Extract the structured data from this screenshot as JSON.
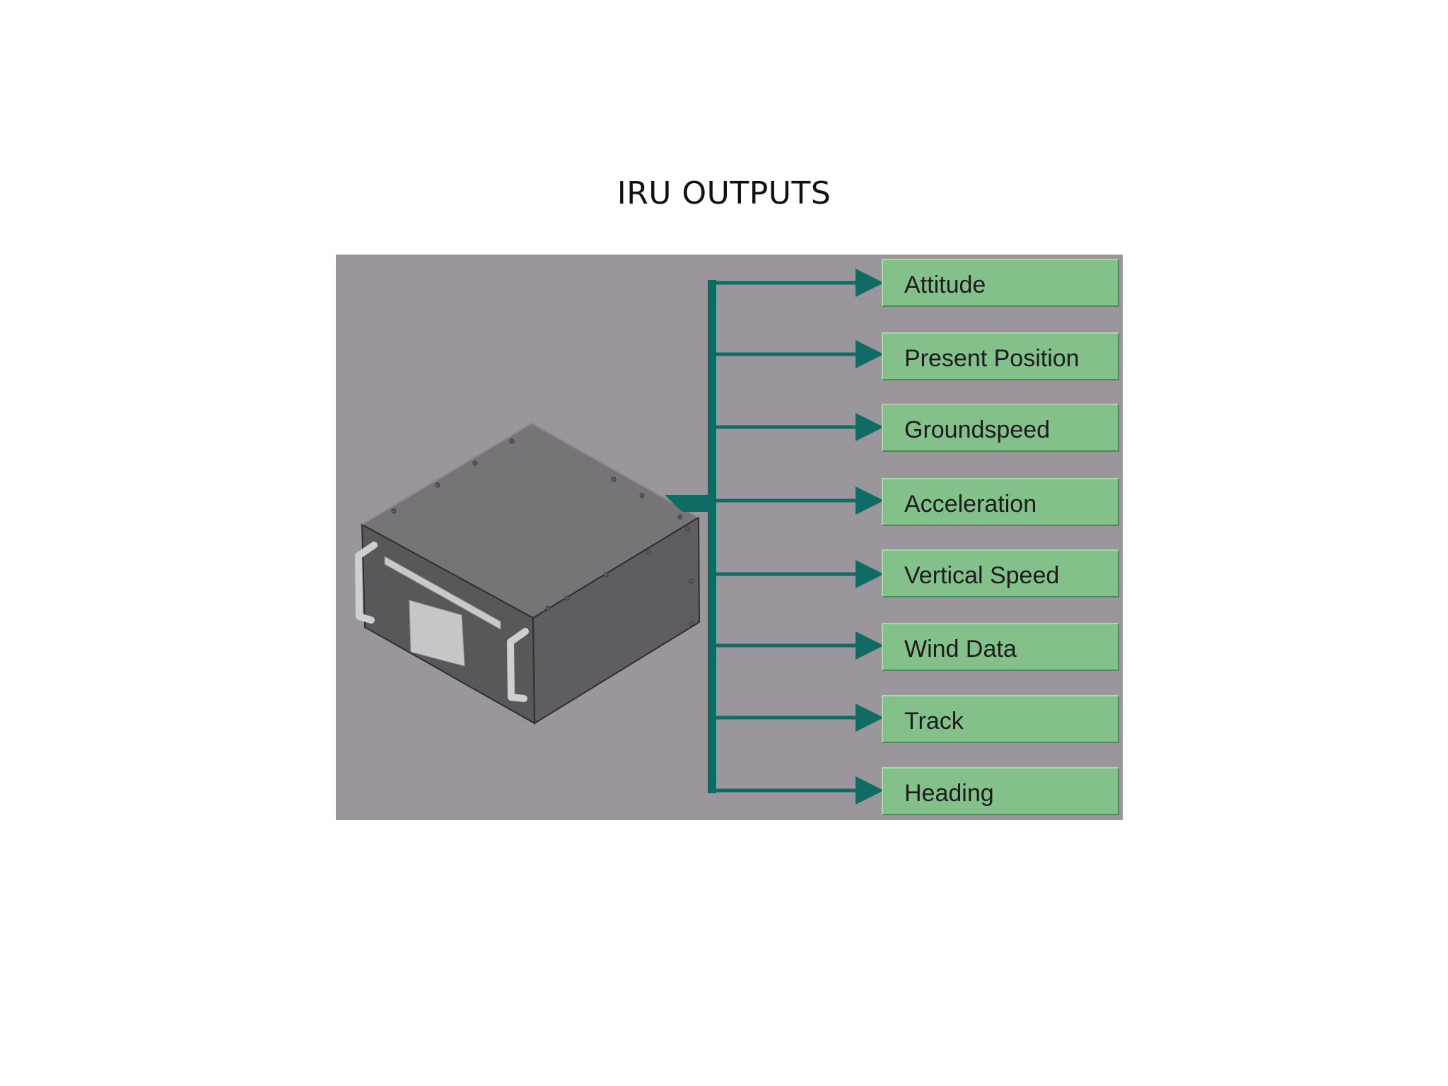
{
  "title": "IRU OUTPUTS",
  "outputs": [
    {
      "label": "Attitude"
    },
    {
      "label": "Present Position"
    },
    {
      "label": "Groundspeed"
    },
    {
      "label": "Acceleration"
    },
    {
      "label": "Vertical Speed"
    },
    {
      "label": "Wind Data"
    },
    {
      "label": "Track"
    },
    {
      "label": "Heading"
    }
  ],
  "colors": {
    "panel_background": "#9a969b",
    "output_box": "#84c089",
    "bus_line": "#0f6b63",
    "unit_top": "#767476",
    "unit_front": "#58575a",
    "unit_side": "#5f5d61"
  }
}
